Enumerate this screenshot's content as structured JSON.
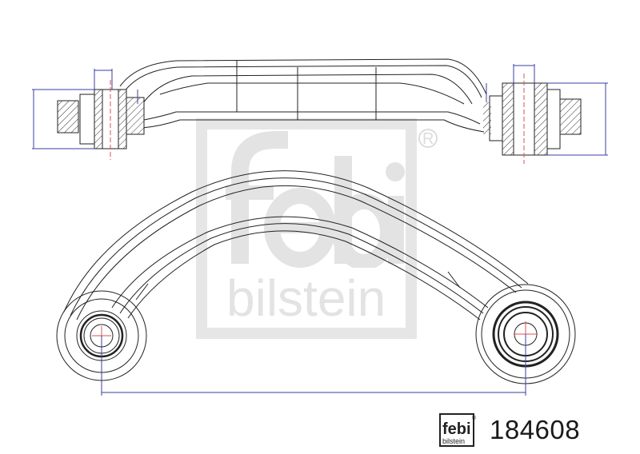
{
  "diagram": {
    "subject": "control arm technical drawing",
    "views": [
      "top view (side elevation with bushings)",
      "front view (curved arm)"
    ],
    "watermark": {
      "brand_top": "febi",
      "brand_bottom": "bilstein",
      "registered_mark": "®"
    },
    "colors": {
      "line": "#222222",
      "dimension": "#3a3fa0",
      "centerline": "#d9534f",
      "watermark": "#e3e3e3",
      "background": "#ffffff"
    }
  },
  "footer": {
    "logo_top": "febi",
    "logo_bottom": "bilstein",
    "logo_registered": "®",
    "part_number": "184608"
  }
}
